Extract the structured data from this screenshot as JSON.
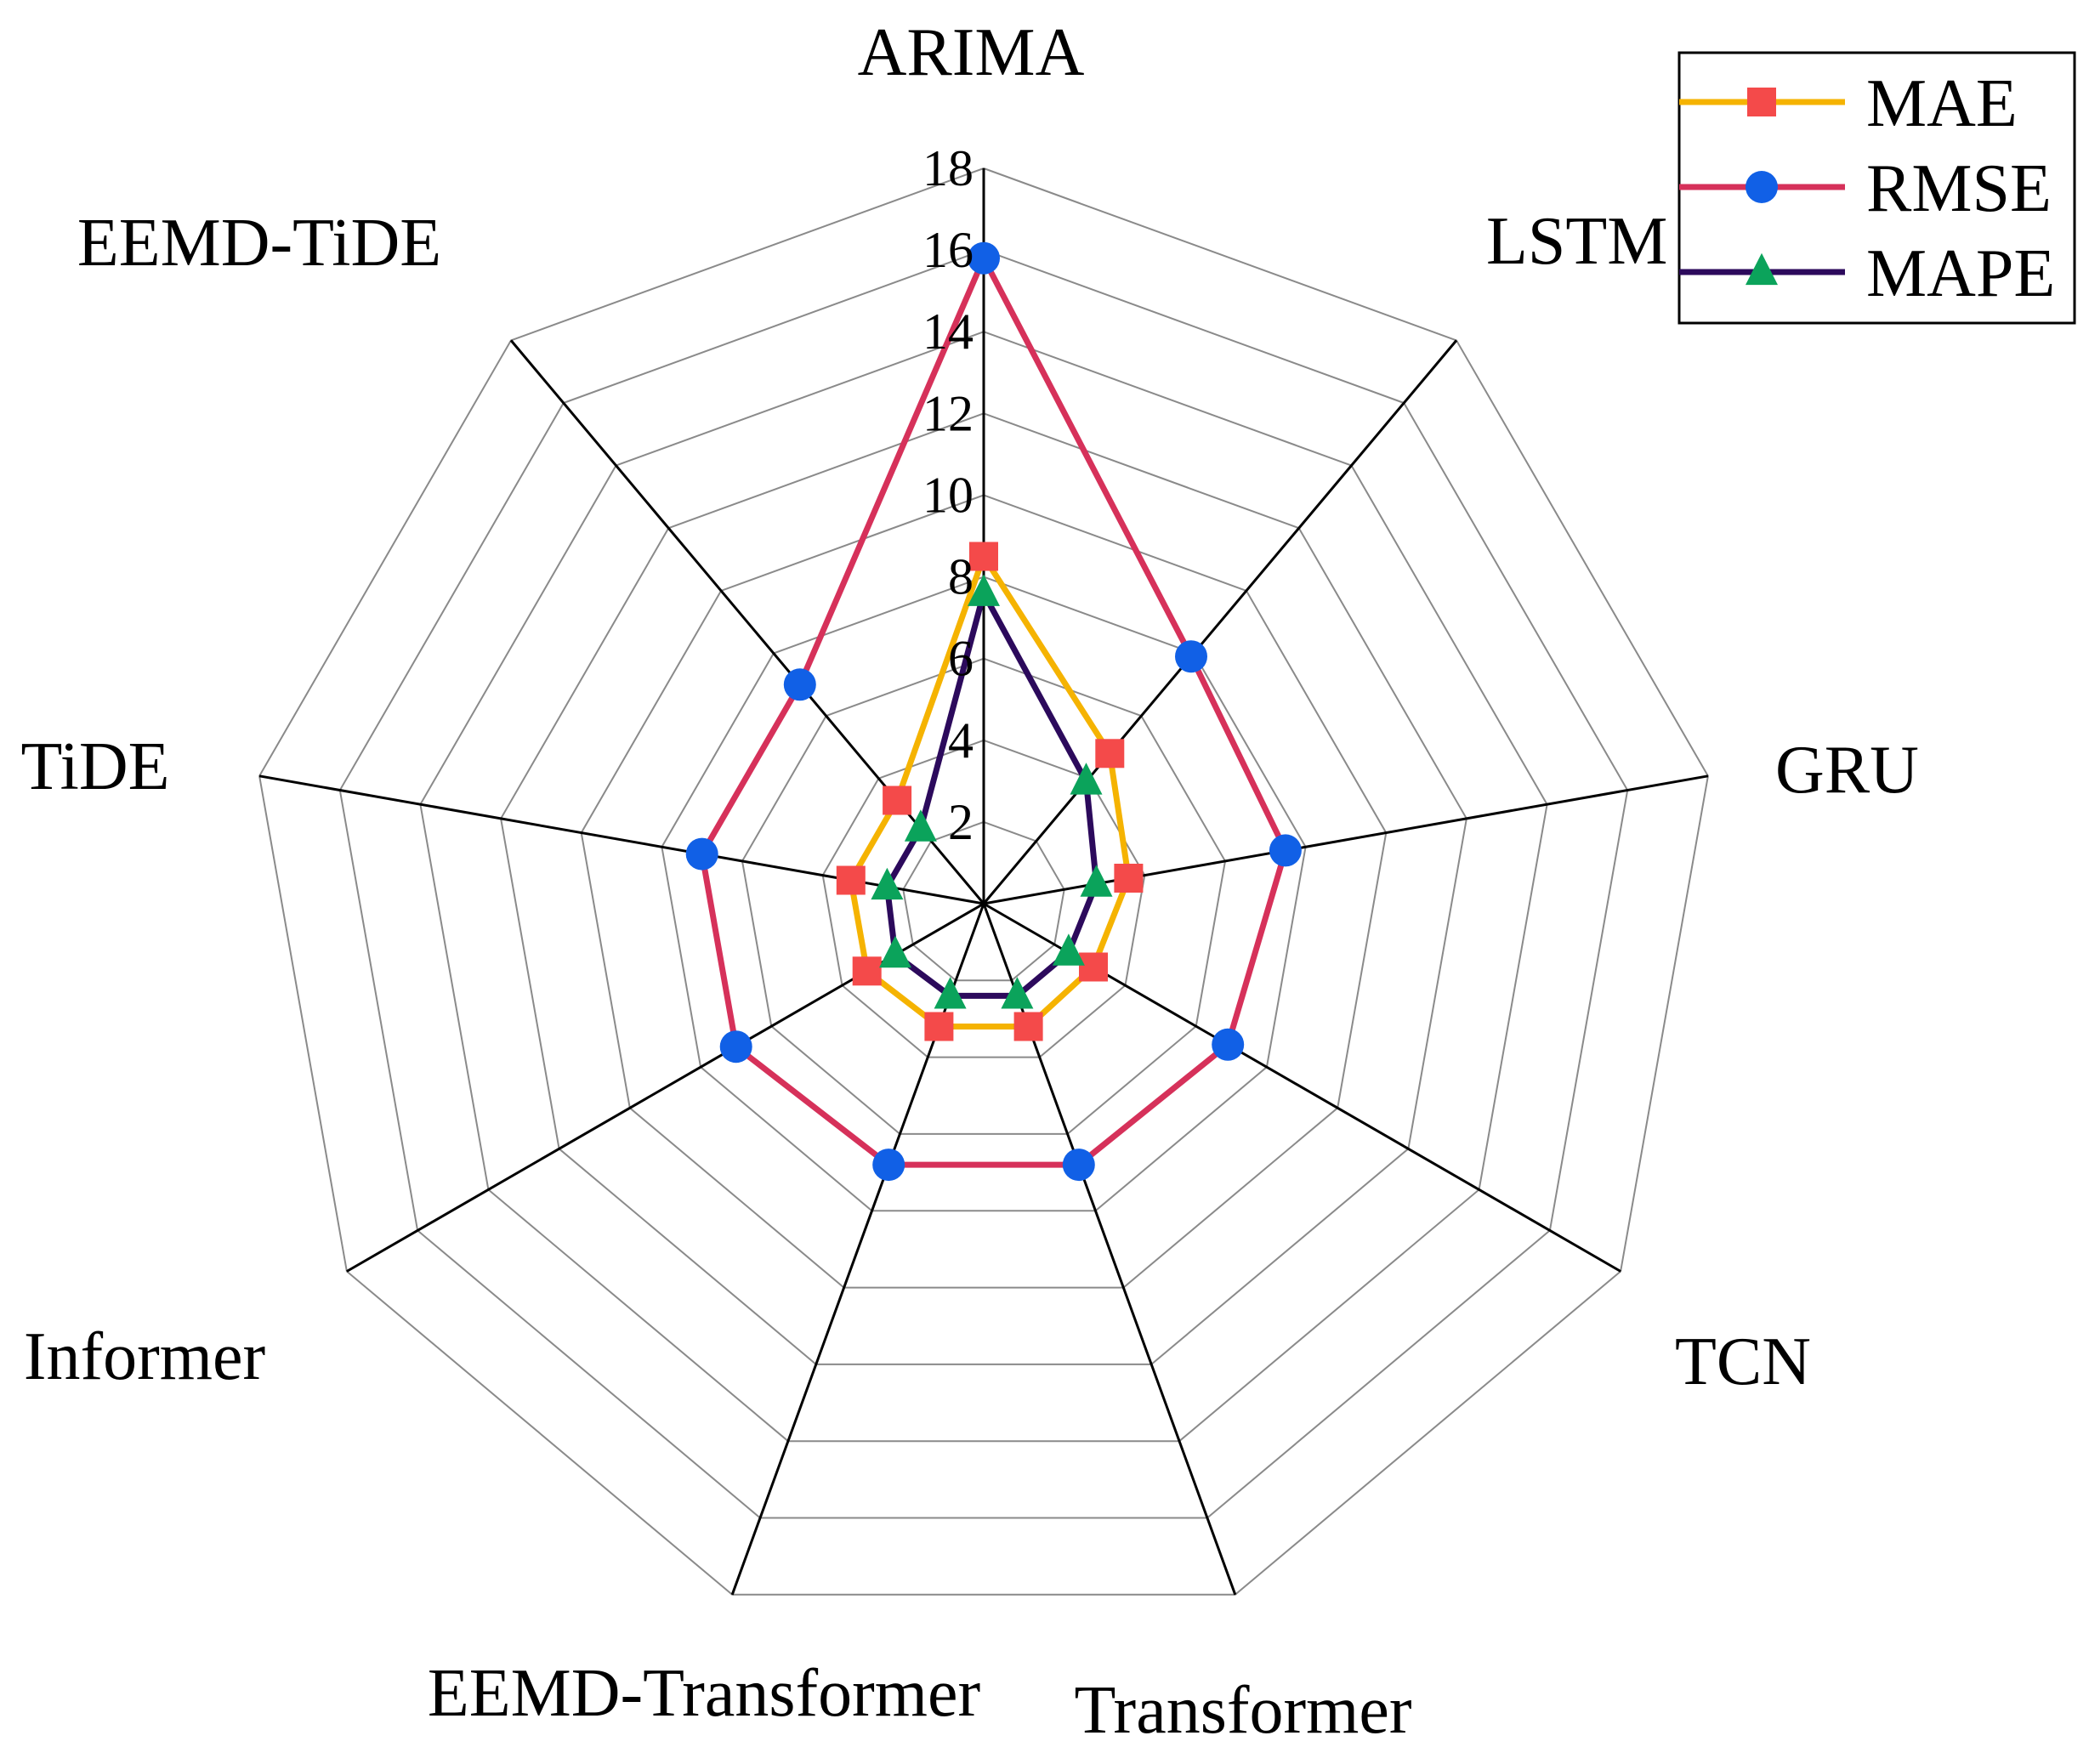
{
  "chart_data": {
    "type": "radar",
    "categories": [
      "ARIMA",
      "LSTM",
      "GRU",
      "TCN",
      "Transformer",
      "EEMD-Transformer",
      "Informer",
      "TiDE",
      "EEMD-TiDE"
    ],
    "series": [
      {
        "name": "MAE",
        "values": [
          8.5,
          4.8,
          3.6,
          3.1,
          3.2,
          3.2,
          3.3,
          3.3,
          3.3
        ],
        "color": "#F5B301",
        "marker": "square",
        "marker_color": "#F44A4A"
      },
      {
        "name": "RMSE",
        "values": [
          15.8,
          7.9,
          7.5,
          6.9,
          6.8,
          6.8,
          7.0,
          7.0,
          7.0
        ],
        "color": "#D6315A",
        "marker": "circle",
        "marker_color": "#1160E6"
      },
      {
        "name": "MAPE",
        "values": [
          7.6,
          3.9,
          2.8,
          2.4,
          2.4,
          2.4,
          2.5,
          2.4,
          2.4
        ],
        "color": "#2C0A5C",
        "marker": "triangle",
        "marker_color": "#0BA35B"
      }
    ],
    "r_ticks": [
      "2",
      "4",
      "6",
      "8",
      "10",
      "12",
      "14",
      "16",
      "18"
    ],
    "r_range": [
      0,
      18
    ],
    "grid": true,
    "legend_position": "top-right"
  }
}
